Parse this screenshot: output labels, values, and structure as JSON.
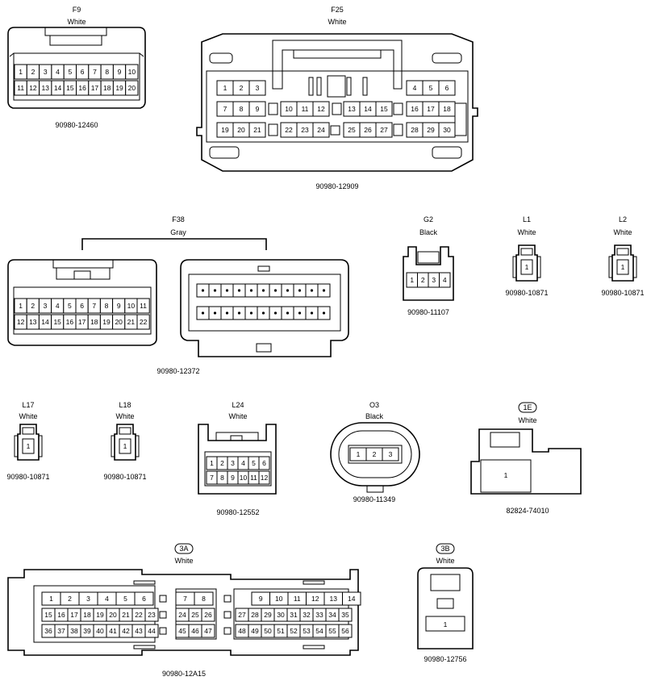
{
  "connectors": [
    {
      "id": "F9",
      "color": "White",
      "part": "90980-12460",
      "rows": [
        [
          "1",
          "2",
          "3",
          "4",
          "5",
          "6",
          "7",
          "8",
          "9",
          "10"
        ],
        [
          "11",
          "12",
          "13",
          "14",
          "15",
          "16",
          "17",
          "18",
          "19",
          "20"
        ]
      ]
    },
    {
      "id": "F25",
      "color": "White",
      "part": "90980-12909",
      "rows": [
        [
          "1",
          "2",
          "3",
          "4",
          "5",
          "6"
        ],
        [
          "7",
          "8",
          "9",
          "10",
          "11",
          "12",
          "13",
          "14",
          "15",
          "16",
          "17",
          "18"
        ],
        [
          "19",
          "20",
          "21",
          "22",
          "23",
          "24",
          "25",
          "26",
          "27",
          "28",
          "29",
          "30"
        ]
      ]
    },
    {
      "id": "F38",
      "color": "Gray",
      "part": "90980-12372",
      "rows": [
        [
          "1",
          "2",
          "3",
          "4",
          "5",
          "6",
          "7",
          "8",
          "9",
          "10",
          "11"
        ],
        [
          "12",
          "13",
          "14",
          "15",
          "16",
          "17",
          "18",
          "19",
          "20",
          "21",
          "22"
        ]
      ]
    },
    {
      "id": "G2",
      "color": "Black",
      "part": "90980-11107",
      "rows": [
        [
          "1",
          "2",
          "3",
          "4"
        ]
      ]
    },
    {
      "id": "L1",
      "color": "White",
      "part": "90980-10871",
      "rows": [
        [
          "1"
        ]
      ]
    },
    {
      "id": "L2",
      "color": "White",
      "part": "90980-10871",
      "rows": [
        [
          "1"
        ]
      ]
    },
    {
      "id": "L17",
      "color": "White",
      "part": "90980-10871",
      "rows": [
        [
          "1"
        ]
      ]
    },
    {
      "id": "L18",
      "color": "White",
      "part": "90980-10871",
      "rows": [
        [
          "1"
        ]
      ]
    },
    {
      "id": "L24",
      "color": "White",
      "part": "90980-12552",
      "rows": [
        [
          "1",
          "2",
          "3",
          "4",
          "5",
          "6"
        ],
        [
          "7",
          "8",
          "9",
          "10",
          "11",
          "12"
        ]
      ]
    },
    {
      "id": "O3",
      "color": "Black",
      "part": "90980-11349",
      "rows": [
        [
          "1",
          "2",
          "3"
        ]
      ]
    },
    {
      "id": "1E",
      "color": "White",
      "part": "82824-74010",
      "rows": [
        [
          "1"
        ]
      ]
    },
    {
      "id": "3A",
      "color": "White",
      "part": "90980-12A15",
      "rows": [
        [
          "1",
          "2",
          "3",
          "4",
          "5",
          "6",
          "7",
          "8",
          "9",
          "10",
          "11",
          "12",
          "13",
          "14"
        ],
        [
          "15",
          "16",
          "17",
          "18",
          "19",
          "20",
          "21",
          "22",
          "23",
          "24",
          "25",
          "26",
          "27",
          "28",
          "29",
          "30",
          "31",
          "32",
          "33",
          "34",
          "35"
        ],
        [
          "36",
          "37",
          "38",
          "39",
          "40",
          "41",
          "42",
          "43",
          "44",
          "45",
          "46",
          "47",
          "48",
          "49",
          "50",
          "51",
          "52",
          "53",
          "54",
          "55",
          "56"
        ]
      ]
    },
    {
      "id": "3B",
      "color": "White",
      "part": "90980-12756",
      "rows": [
        [
          "1"
        ]
      ]
    }
  ]
}
